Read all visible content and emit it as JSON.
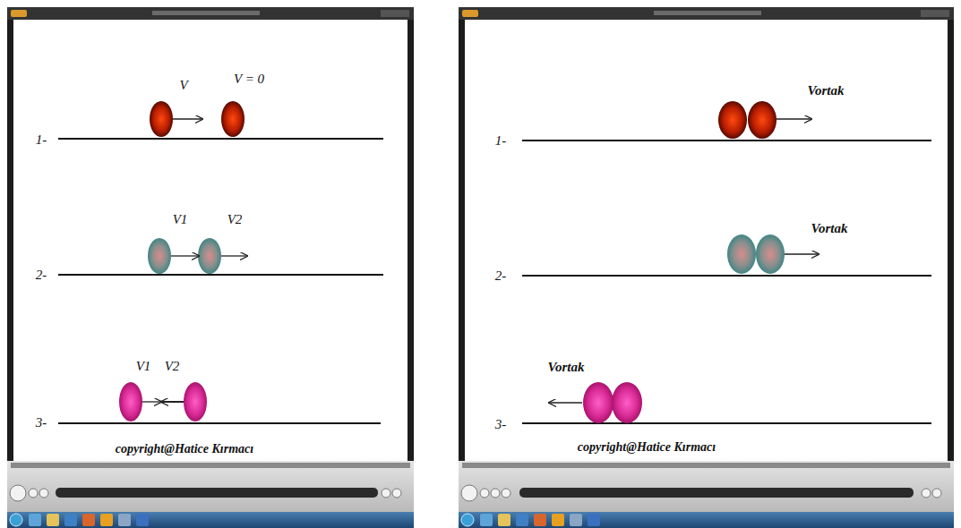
{
  "diagram": {
    "labels": [
      "1-",
      "V",
      "V = 0",
      "2-",
      "V1",
      "V2",
      "3-",
      "V1",
      "V2",
      "copyright@Hatice Kırmacı",
      "1-",
      "Vortak",
      "2-",
      "Vortak",
      "3-",
      "Vortak",
      "copyright@Hatice Kırmacı"
    ]
  }
}
